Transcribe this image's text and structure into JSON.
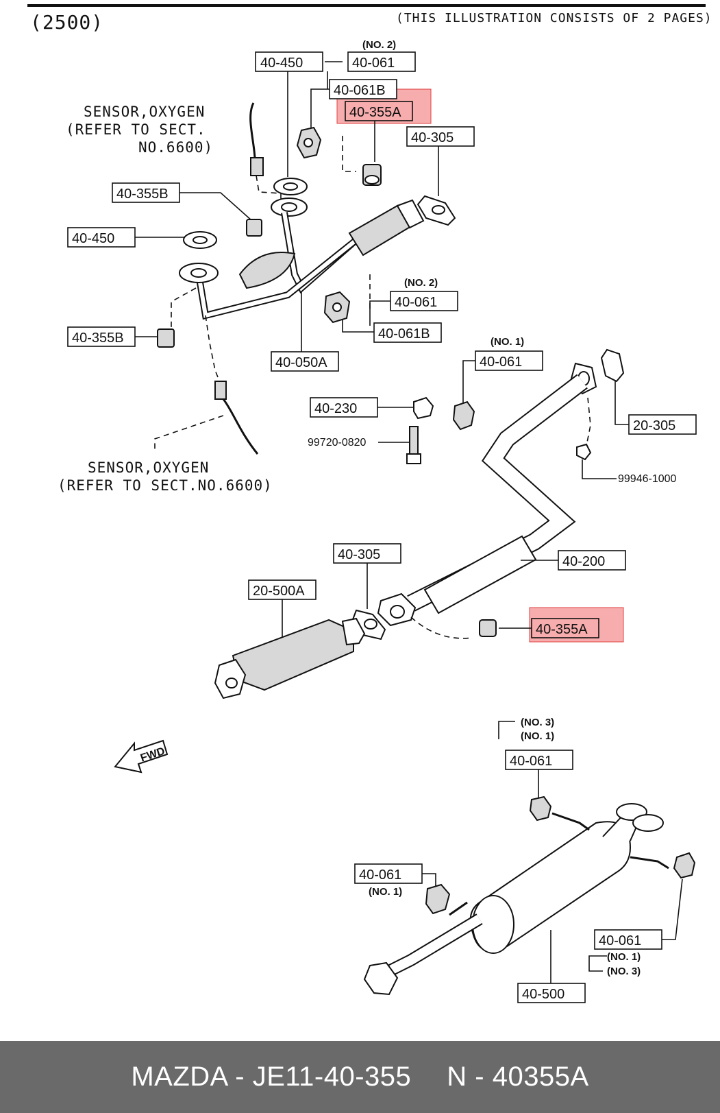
{
  "header": {
    "section_code": "(2500)",
    "pages_note": "(THIS ILLUSTRATION CONSISTS OF  2 PAGES)"
  },
  "callouts": {
    "no2_top": "(NO. 2)",
    "p40_061_top": "40-061",
    "p40_450_top": "40-450",
    "p40_061b_top": "40-061B",
    "p40_355a_top": "40-355A",
    "p40_305_top": "40-305",
    "p40_355b_upper": "40-355B",
    "p40_450_left": "40-450",
    "p40_355b_lower": "40-355B",
    "p40_050a": "40-050A",
    "no2_mid": "(NO. 2)",
    "p40_061_mid": "40-061",
    "p40_061b_mid": "40-061B",
    "no1_mid": "(NO. 1)",
    "p40_061_no1": "40-061",
    "p20_305": "20-305",
    "p40_230": "40-230",
    "bolt_99720": "99720-0820",
    "nut_99946": "99946-1000",
    "p40_305_mid": "40-305",
    "p20_500a": "20-500A",
    "p40_200": "40-200",
    "p40_355a_mid": "40-355A",
    "no3_bot": "(NO. 3)",
    "no1_bot": "(NO. 1)",
    "p40_061_bot": "40-061",
    "p40_061_left_bot": "40-061",
    "no1_left_bot": "(NO. 1)",
    "p40_061_right_bot": "40-061",
    "no1_right_bot": "(NO. 1)",
    "no3_right_bot": "(NO. 3)",
    "p40_500": "40-500"
  },
  "sensor_top": {
    "line1": "SENSOR,OXYGEN",
    "line2": "(REFER TO SECT.",
    "line3": "NO.6600)"
  },
  "sensor_bottom": {
    "line1": "SENSOR,OXYGEN",
    "line2": "(REFER TO SECT.NO.6600)"
  },
  "fwd_label": "FWD",
  "footer": {
    "brand_part": "MAZDA - JE11-40-355",
    "ref": "N - 40355A"
  },
  "colors": {
    "highlight": "#f06a6a",
    "footer_bg": "#6a6a6a"
  }
}
